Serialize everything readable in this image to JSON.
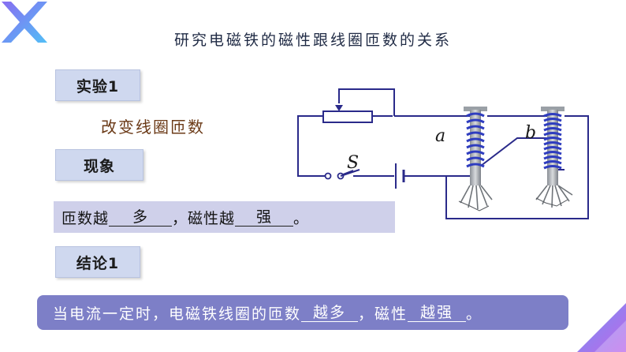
{
  "title": "研究电磁铁的磁性跟线圈匝数的关系",
  "experiment": {
    "label": "实验1",
    "description": "改变线圈匝数"
  },
  "phenomenon": {
    "label": "现象",
    "prefix": "匝数越",
    "blank1": "多",
    "middle": "，磁性越",
    "blank2": "强",
    "suffix": "。"
  },
  "conclusion": {
    "label": "结论1",
    "prefix": "当电流一定时，电磁铁线圈的匝数",
    "blank1": "越多",
    "middle": "，磁性",
    "blank2": "越强",
    "suffix": "。"
  },
  "circuit": {
    "switch_label": "S",
    "magnet_a_label": "a",
    "magnet_b_label": "b"
  },
  "colors": {
    "wire": "#2a2a8a",
    "coil": "#2f3dbf",
    "conclusion_bg": "#7d7fc7",
    "label_bg": "#cfd8ef",
    "phenomenon_bg": "#cfd0ea",
    "change_text": "#6b3a17"
  }
}
